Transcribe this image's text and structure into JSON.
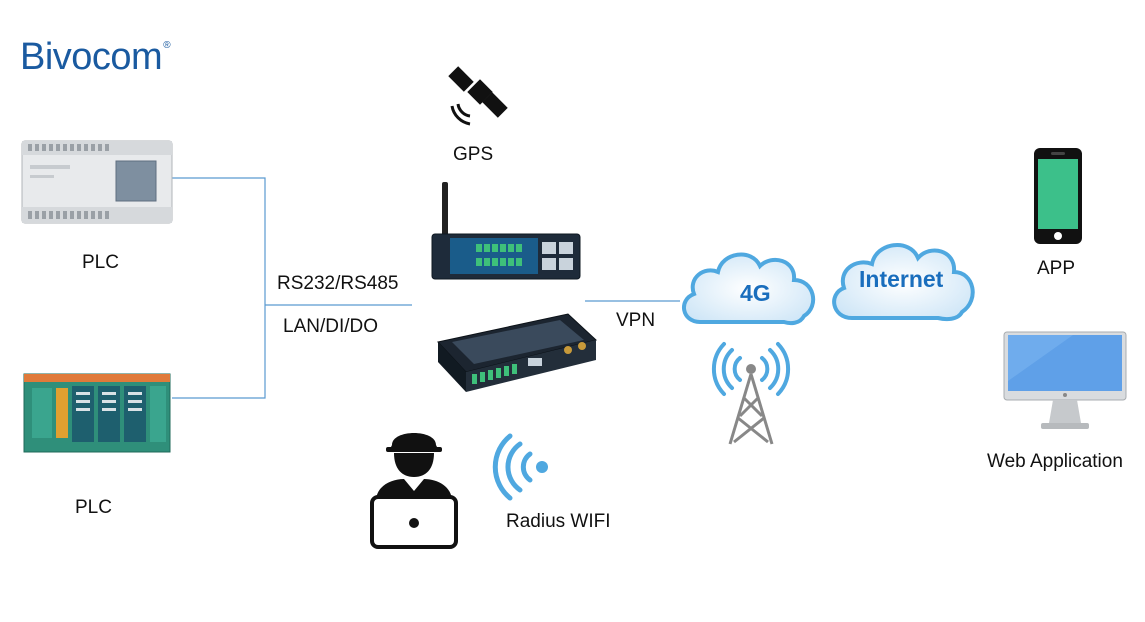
{
  "brand": {
    "name": "Bivocom",
    "registered": "®"
  },
  "labels": {
    "gps": "GPS",
    "plc_top": "PLC",
    "plc_bottom": "PLC",
    "serial": "RS232/RS485",
    "lan": "LAN/DI/DO",
    "vpn": "VPN",
    "cloud_4g": "4G",
    "cloud_internet": "Internet",
    "app": "APP",
    "web": "Web Application",
    "wifi": "Radius WIFI"
  },
  "colors": {
    "brand": "#1a5aa0",
    "line": "#5a9ad0",
    "cloud_text": "#1a6ebd",
    "phone_screen": "#3cc08a",
    "monitor_screen": "#5fa0e8"
  },
  "icons": [
    "satellite-icon",
    "plc-device-icon",
    "router-icon",
    "gateway-device-icon",
    "cloud-icon",
    "cell-tower-icon",
    "smartphone-icon",
    "monitor-icon",
    "engineer-laptop-icon",
    "wifi-signal-icon"
  ]
}
